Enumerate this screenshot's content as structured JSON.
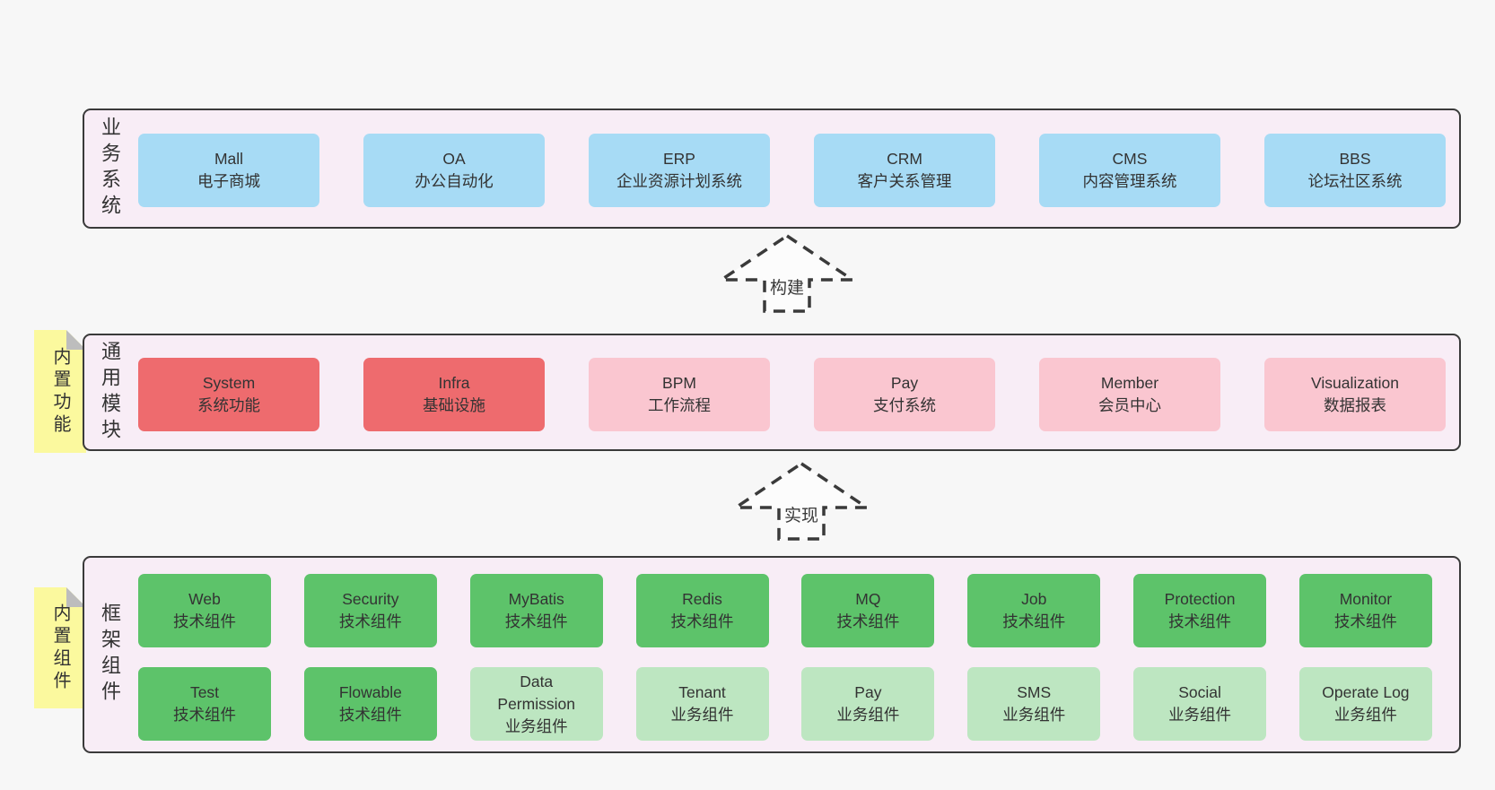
{
  "colors": {
    "canvas": "#f7f7f7",
    "container_bg": "#f8edf6",
    "border": "#3a3a3a",
    "blue": "#a7dbf5",
    "red": "#ee6b6e",
    "pink": "#fac6d0",
    "green": "#5dc36a",
    "lightgreen": "#bde6c1",
    "note": "#fbf99e",
    "fold": "#bdbdbd",
    "text": "#333333",
    "arrow_fill": "#fcfcfc"
  },
  "arrows": {
    "build": "构建",
    "implement": "实现"
  },
  "business_layer": {
    "side_label": "业务系统",
    "boxes": [
      {
        "name": "Mall",
        "desc": "电子商城",
        "variant": "blue"
      },
      {
        "name": "OA",
        "desc": "办公自动化",
        "variant": "blue"
      },
      {
        "name": "ERP",
        "desc": "企业资源计划系统",
        "variant": "blue"
      },
      {
        "name": "CRM",
        "desc": "客户关系管理",
        "variant": "blue"
      },
      {
        "name": "CMS",
        "desc": "内容管理系统",
        "variant": "blue"
      },
      {
        "name": "BBS",
        "desc": "论坛社区系统",
        "variant": "blue"
      }
    ]
  },
  "modules_layer": {
    "side_label": "通用模块",
    "note": "内置功能",
    "boxes": [
      {
        "name": "System",
        "desc": "系统功能",
        "variant": "red"
      },
      {
        "name": "Infra",
        "desc": "基础设施",
        "variant": "red"
      },
      {
        "name": "BPM",
        "desc": "工作流程",
        "variant": "pink"
      },
      {
        "name": "Pay",
        "desc": "支付系统",
        "variant": "pink"
      },
      {
        "name": "Member",
        "desc": "会员中心",
        "variant": "pink"
      },
      {
        "name": "Visualization",
        "desc": "数据报表",
        "variant": "pink"
      }
    ]
  },
  "components_layer": {
    "side_label": "框架组件",
    "note": "内置组件",
    "row1": [
      {
        "name": "Web",
        "desc": "技术组件",
        "variant": "green"
      },
      {
        "name": "Security",
        "desc": "技术组件",
        "variant": "green"
      },
      {
        "name": "MyBatis",
        "desc": "技术组件",
        "variant": "green"
      },
      {
        "name": "Redis",
        "desc": "技术组件",
        "variant": "green"
      },
      {
        "name": "MQ",
        "desc": "技术组件",
        "variant": "green"
      },
      {
        "name": "Job",
        "desc": "技术组件",
        "variant": "green"
      },
      {
        "name": "Protection",
        "desc": "技术组件",
        "variant": "green"
      },
      {
        "name": "Monitor",
        "desc": "技术组件",
        "variant": "green"
      }
    ],
    "row2": [
      {
        "name": "Test",
        "desc": "技术组件",
        "variant": "green"
      },
      {
        "name": "Flowable",
        "desc": "技术组件",
        "variant": "green"
      },
      {
        "name": "Data Permission",
        "desc": "业务组件",
        "variant": "lightgreen"
      },
      {
        "name": "Tenant",
        "desc": "业务组件",
        "variant": "lightgreen"
      },
      {
        "name": "Pay",
        "desc": "业务组件",
        "variant": "lightgreen"
      },
      {
        "name": "SMS",
        "desc": "业务组件",
        "variant": "lightgreen"
      },
      {
        "name": "Social",
        "desc": "业务组件",
        "variant": "lightgreen"
      },
      {
        "name": "Operate Log",
        "desc": "业务组件",
        "variant": "lightgreen"
      }
    ]
  }
}
